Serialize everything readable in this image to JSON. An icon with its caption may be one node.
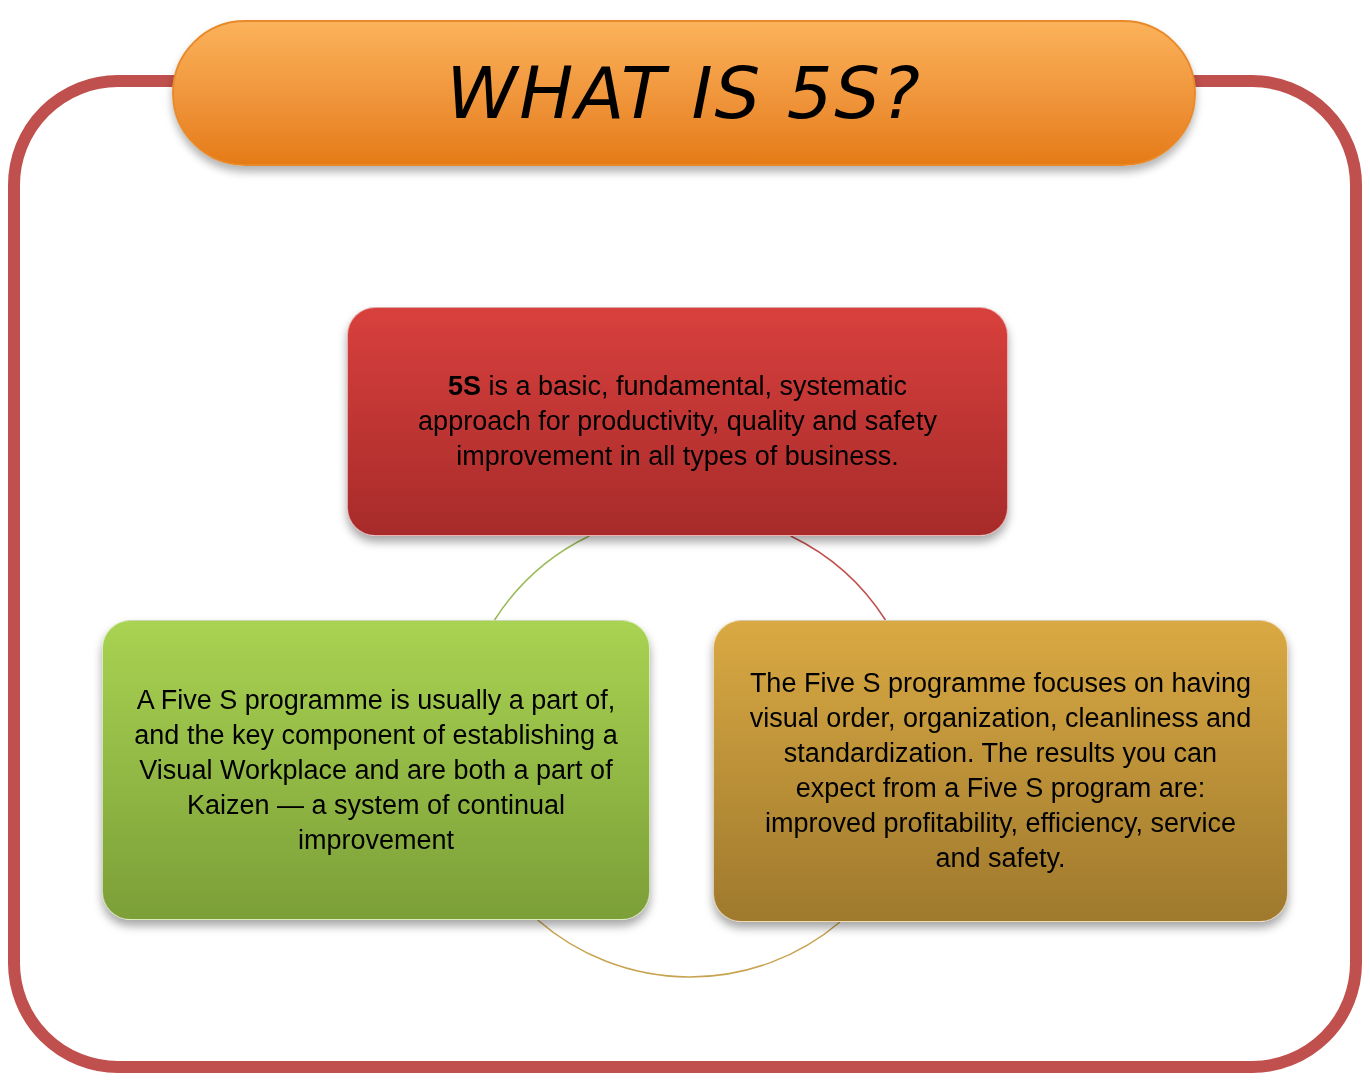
{
  "diagram": {
    "title": "WHAT IS 5S?",
    "nodes": [
      {
        "text": [
          "**5S** is a basic, fundamental, systematic approach for productivity, quality and safety improvement in all types of business."
        ]
      },
      {
        "text": [
          "A Five S programme is usually a part of, and the key component of establishing a Visual Workplace and are both a part of Kaizen — a system of continual improvement"
        ]
      },
      {
        "text": [
          "The Five S programme focuses on having visual order, organization, cleanliness and standardization. The results you can expect from a Five S program are: improved profitability, efficiency, service and safety."
        ]
      }
    ],
    "edges": [
      {
        "from": 0,
        "to": 1,
        "arrow": "none",
        "color": "#9bbb59"
      },
      {
        "from": 0,
        "to": 2,
        "arrow": "none",
        "color": "#c0504d"
      },
      {
        "from": 1,
        "to": 2,
        "arrow": "none",
        "color": "#c8a24e"
      }
    ]
  }
}
